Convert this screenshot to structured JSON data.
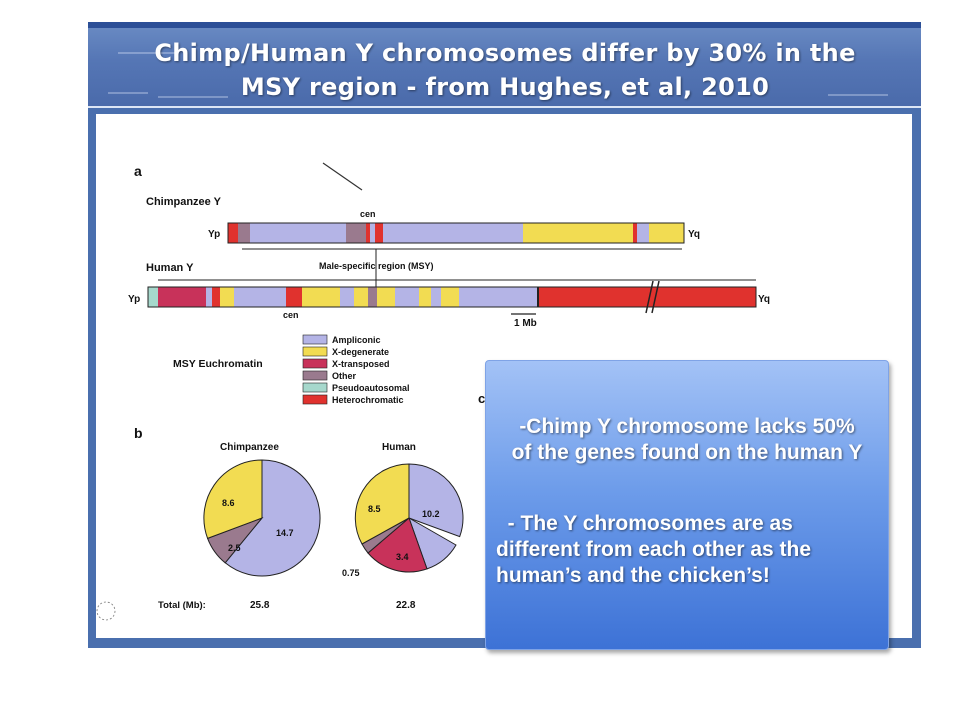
{
  "slide": {
    "title_line1": "Chimp/Human Y chromosomes differ by 30% in the",
    "title_line2": "MSY region - from  Hughes, et al, 2010"
  },
  "figure": {
    "panel_a_label": "a",
    "panel_b_label": "b",
    "panel_c_label": "c",
    "chimp_title": "Chimpanzee Y",
    "human_title": "Human Y",
    "yp_label": "Yp",
    "yq_label": "Yq",
    "cen_label": "cen",
    "msy_label": "Male-specific region (MSY)",
    "scale_label": "1 Mb",
    "legend_title": "MSY Euchromatin",
    "legend": [
      {
        "label": "Ampliconic",
        "color": "#b4b4e6"
      },
      {
        "label": "X-degenerate",
        "color": "#f2dc52"
      },
      {
        "label": "X-transposed",
        "color": "#c8325a"
      },
      {
        "label": "Other",
        "color": "#9a7a8e"
      },
      {
        "label": "Pseudoautosomal",
        "color": "#a6d8cc"
      },
      {
        "label": "Heterochromatic",
        "color": "#e0322e"
      }
    ],
    "pie_chimp_title": "Chimpanzee",
    "pie_human_title": "Human",
    "chimp_vals": [
      "14.7",
      "8.6",
      "2.5"
    ],
    "human_vals": [
      "10.2",
      "8.5",
      "3.4",
      "0.75"
    ],
    "total_label": "Total (Mb):",
    "total_chimp": "25.8",
    "total_human": "22.8"
  },
  "callout": {
    "line1": "-Chimp Y chromosome lacks 50%",
    "line2": "of the genes found on the human Y",
    "line3": "  - The Y chromosomes are as",
    "line4": "different from each other as the",
    "line5": "human’s and the chicken’s!"
  }
}
